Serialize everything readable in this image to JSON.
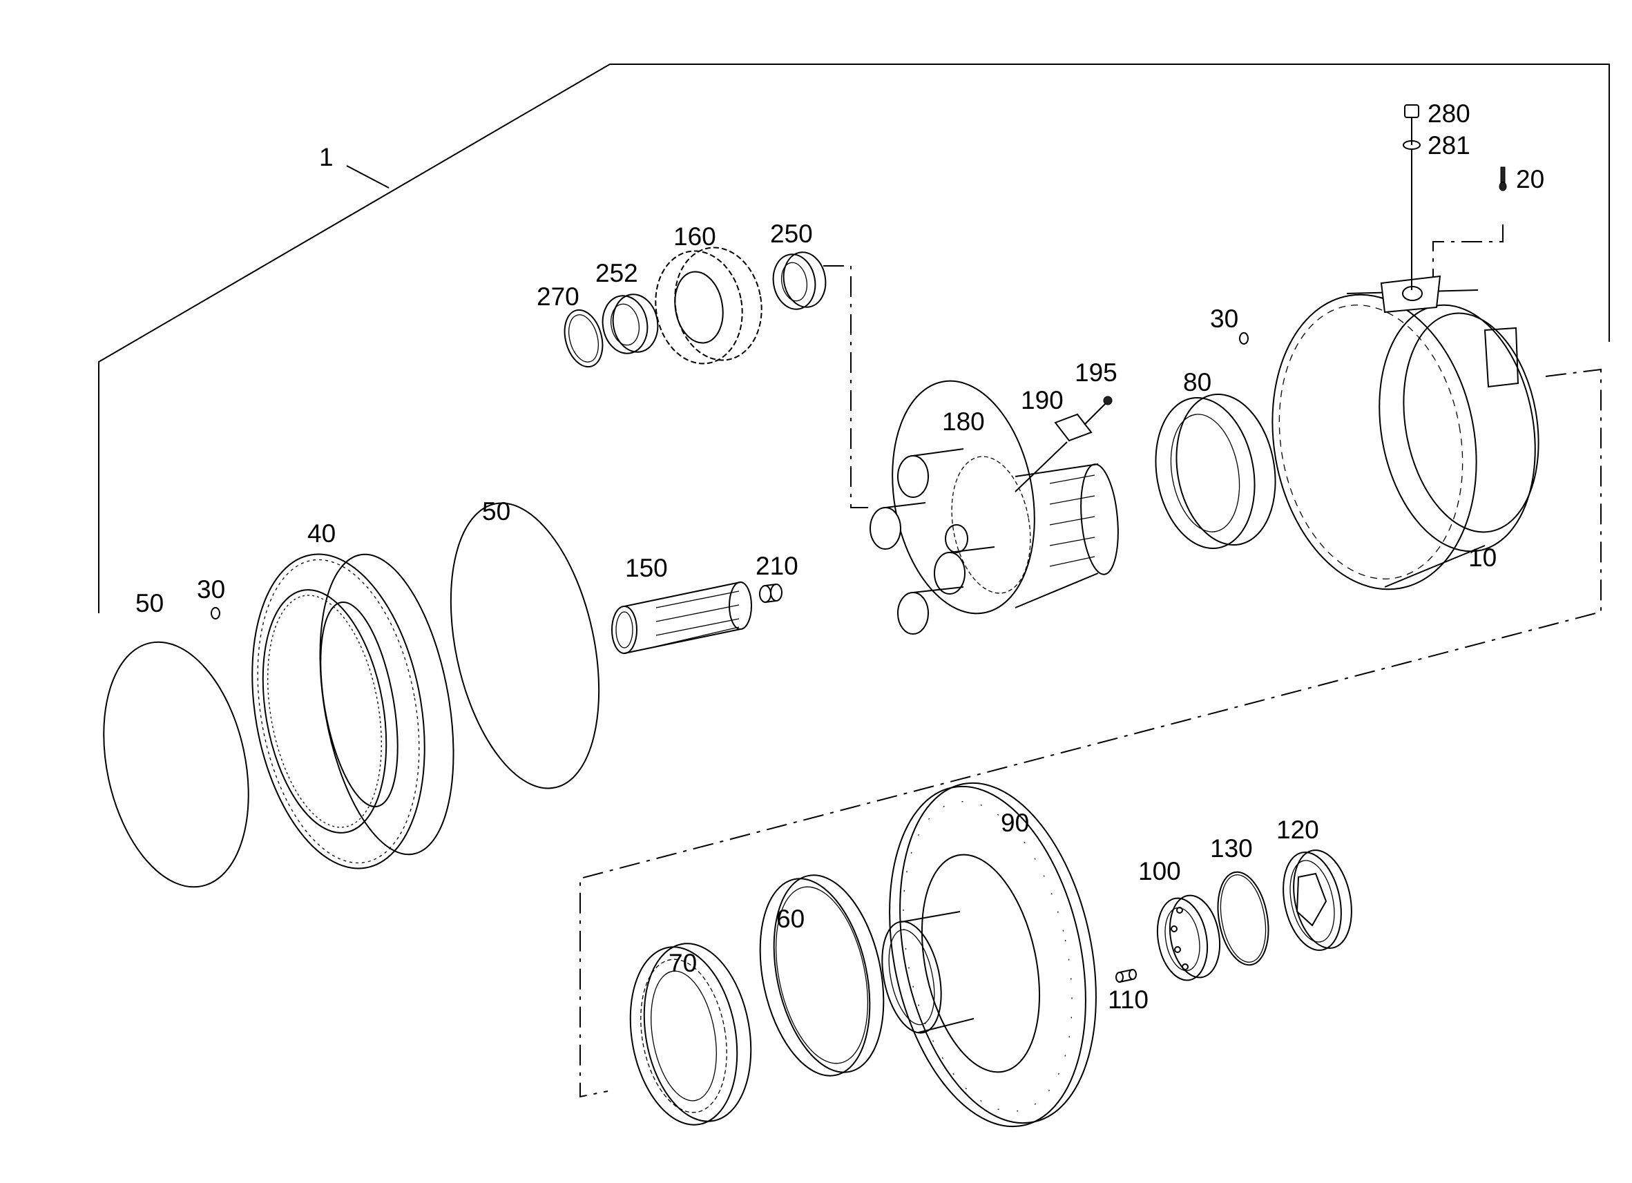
{
  "labels": {
    "p1": "1",
    "p10": "10",
    "p20": "20",
    "p30a": "30",
    "p30b": "30",
    "p40": "40",
    "p50a": "50",
    "p50b": "50",
    "p60": "60",
    "p70": "70",
    "p80": "80",
    "p90": "90",
    "p100": "100",
    "p110": "110",
    "p120": "120",
    "p130": "130",
    "p150": "150",
    "p160": "160",
    "p180": "180",
    "p190": "190",
    "p195": "195",
    "p210": "210",
    "p250": "250",
    "p252": "252",
    "p270": "270",
    "p280": "280",
    "p281": "281"
  }
}
